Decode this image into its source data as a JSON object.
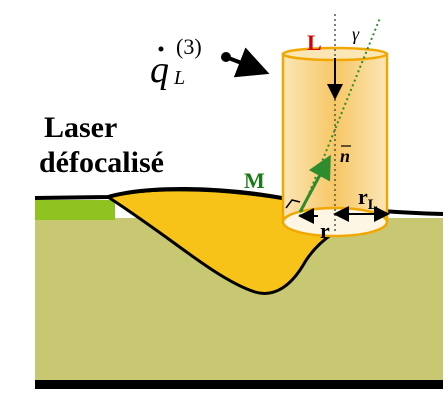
{
  "flux_label": {
    "base": "q",
    "superscript": "(3)",
    "subscript": "L"
  },
  "caption": {
    "line1": "Laser",
    "line2": "défocalisé"
  },
  "labels": {
    "laser_axis": "L",
    "angle": "γ",
    "normal": "n",
    "point": "M",
    "radius_local": "r",
    "radius_beam_base": "r",
    "radius_beam_sub": "L"
  },
  "colors": {
    "substrate": "#c9c872",
    "melt_pool": "#f8c319",
    "green_layer": "#8fc31f",
    "beam_core": "#f9d27e",
    "beam_edge": "#fdf1d6",
    "beam_outline": "#f0a800",
    "axis_label": "#d40000",
    "normal": "#2e8b2e",
    "point_label": "#1a7a1a"
  }
}
